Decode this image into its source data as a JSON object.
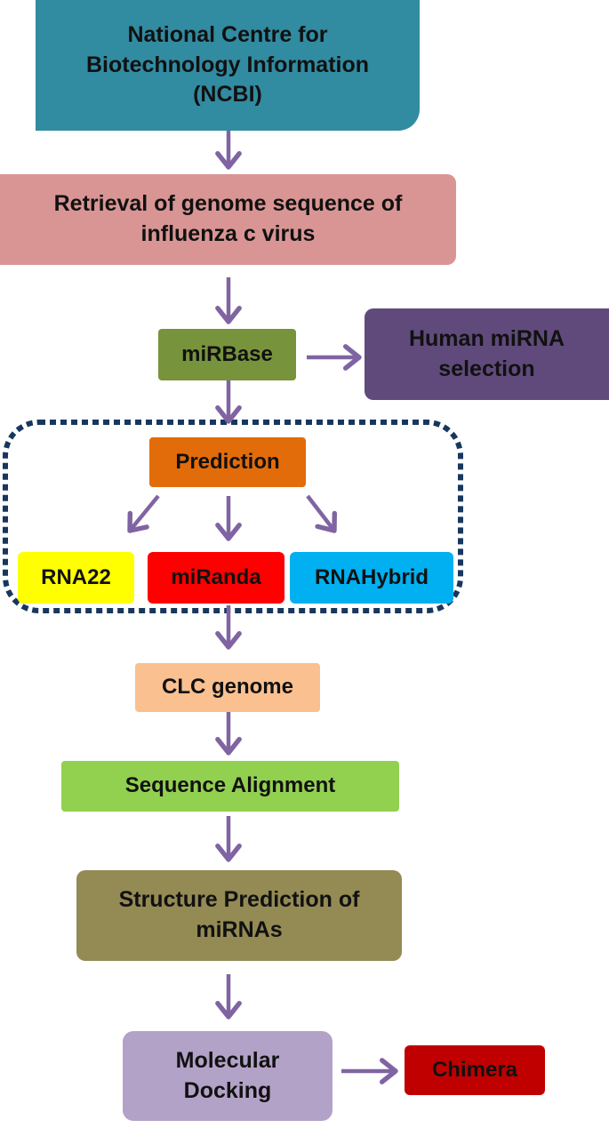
{
  "colors": {
    "ncbi": "#318BA1",
    "retrieval": "#D99594",
    "mirbase": "#77933C",
    "human": "#604A7B",
    "prediction": "#E36C0A",
    "rna22": "#FFFF00",
    "miranda": "#FF0000",
    "rnahybrid": "#00B0F0",
    "clc": "#FAC090",
    "seq": "#92D050",
    "struct": "#948A54",
    "docking": "#B3A2C7",
    "chimera": "#C00000",
    "arrow": "#8064A2",
    "dotted_border": "#17375E"
  },
  "nodes": {
    "ncbi": [
      "National Centre for",
      "Biotechnology Information",
      "(NCBI)"
    ],
    "retrieval": [
      "Retrieval of genome sequence of",
      "influenza c virus"
    ],
    "mirbase": [
      "miRBase"
    ],
    "human": [
      "Human miRNA",
      "selection"
    ],
    "prediction": [
      "Prediction"
    ],
    "rna22": [
      "RNA22"
    ],
    "miranda": [
      "miRanda"
    ],
    "rnahybrid": [
      "RNAHybrid"
    ],
    "clc": [
      "CLC genome"
    ],
    "seq": [
      "Sequence Alignment"
    ],
    "struct": [
      "Structure Prediction of",
      "miRNAs"
    ],
    "docking": [
      "Molecular",
      "Docking"
    ],
    "chimera": [
      "Chimera"
    ]
  },
  "edges": [
    {
      "from": "ncbi",
      "to": "retrieval"
    },
    {
      "from": "retrieval",
      "to": "mirbase"
    },
    {
      "from": "mirbase",
      "to": "human"
    },
    {
      "from": "mirbase",
      "to": "prediction"
    },
    {
      "from": "prediction",
      "to": "rna22"
    },
    {
      "from": "prediction",
      "to": "miranda"
    },
    {
      "from": "prediction",
      "to": "rnahybrid"
    },
    {
      "from": "miranda",
      "to": "clc"
    },
    {
      "from": "clc",
      "to": "seq"
    },
    {
      "from": "seq",
      "to": "struct"
    },
    {
      "from": "struct",
      "to": "docking"
    },
    {
      "from": "docking",
      "to": "chimera"
    }
  ]
}
